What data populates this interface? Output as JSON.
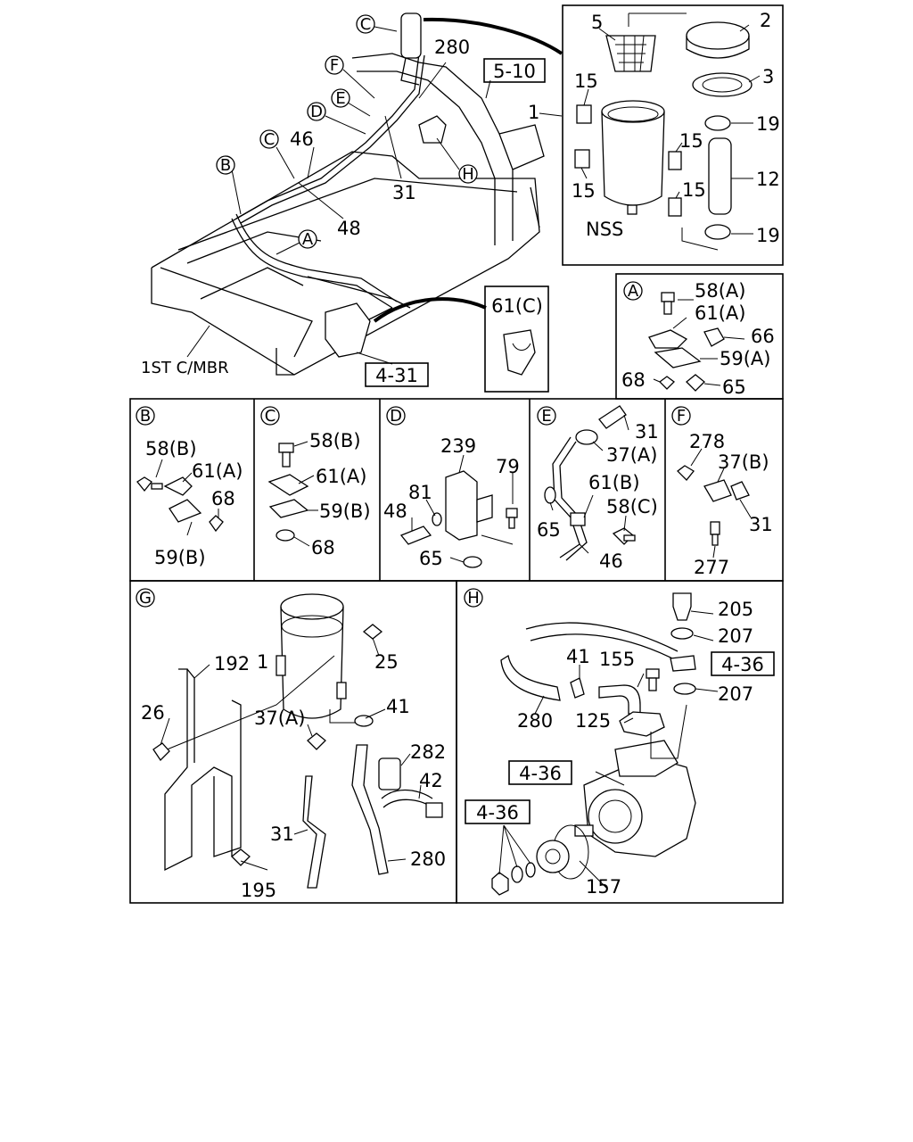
{
  "callouts": {
    "c": "C",
    "f": "F",
    "e": "E",
    "d": "D",
    "c2": "C",
    "b": "B",
    "a": "A",
    "h": "H"
  },
  "refs": {
    "r510": "5-10",
    "r431": "4-31",
    "r436a": "4-36",
    "r436b": "4-36",
    "r436c": "4-36"
  },
  "main": {
    "p280": "280",
    "p46": "46",
    "p31": "31",
    "p48": "48",
    "p1": "1",
    "mbr": "1ST C/MBR"
  },
  "tank": {
    "p5": "5",
    "p2": "2",
    "p3": "3",
    "p19a": "19",
    "p12": "12",
    "p19b": "19",
    "p15a": "15",
    "p15b": "15",
    "p15c": "15",
    "p15d": "15",
    "nss": "NSS"
  },
  "clipc": {
    "label": "61(C)"
  },
  "detA": {
    "letter": "A",
    "p58": "58(A)",
    "p61": "61(A)",
    "p66": "66",
    "p59": "59(A)",
    "p68": "68",
    "p65": "65"
  },
  "detB": {
    "letter": "B",
    "p58": "58(B)",
    "p61": "61(A)",
    "p68": "68",
    "p59": "59(B)"
  },
  "detC": {
    "letter": "C",
    "p58": "58(B)",
    "p61": "61(A)",
    "p59": "59(B)",
    "p68": "68"
  },
  "detD": {
    "letter": "D",
    "p239": "239",
    "p79": "79",
    "p81": "81",
    "p48": "48",
    "p65": "65"
  },
  "detE": {
    "letter": "E",
    "p31": "31",
    "p37": "37(A)",
    "p61": "61(B)",
    "p58": "58(C)",
    "p65": "65",
    "p46": "46"
  },
  "detF": {
    "letter": "F",
    "p278": "278",
    "p37": "37(B)",
    "p31": "31",
    "p277": "277"
  },
  "detG": {
    "letter": "G",
    "p1": "1",
    "p25": "25",
    "p192": "192",
    "p26": "26",
    "p37": "37(A)",
    "p41": "41",
    "p282": "282",
    "p42": "42",
    "p31": "31",
    "p280": "280",
    "p195": "195"
  },
  "detH": {
    "letter": "H",
    "p205": "205",
    "p207a": "207",
    "p41": "41",
    "p155": "155",
    "p207b": "207",
    "p280": "280",
    "p125": "125",
    "p157": "157"
  }
}
